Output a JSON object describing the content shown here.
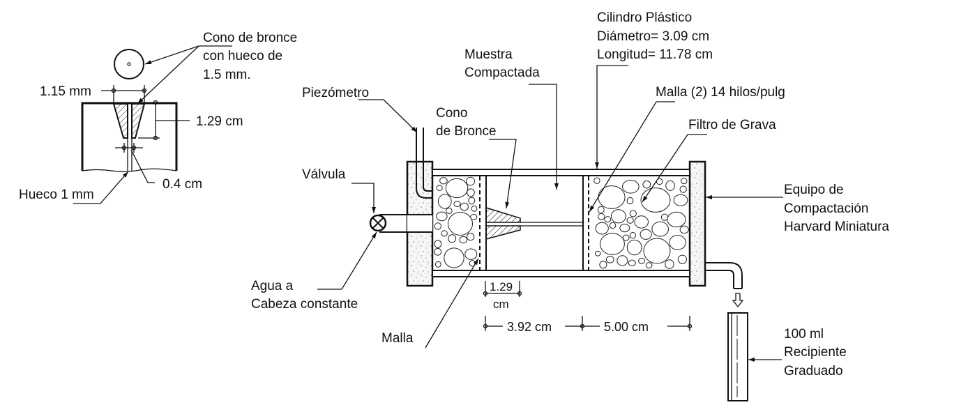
{
  "diagram": {
    "title": "Permeámetro con equipo de compactación Harvard Miniatura",
    "detail": {
      "cone_label": [
        "Cono de bronce",
        "con hueco de",
        "1.5 mm."
      ],
      "dim_top": "1.15 mm",
      "dim_height": "1.29 cm",
      "dim_gap": "0.4 cm",
      "hole_label": "Hueco 1 mm"
    },
    "labels": {
      "piezometro": "Piezómetro",
      "cono": [
        "Cono",
        "de Bronce"
      ],
      "muestra": [
        "Muestra",
        "Compactada"
      ],
      "cilindro": [
        "Cilindro Plástico",
        "Diámetro= 3.09 cm",
        "Longitud= 11.78 cm"
      ],
      "malla_top": "Malla (2) 14 hilos/pulg",
      "filtro": "Filtro de Grava",
      "valvula": "Válvula",
      "agua": [
        "Agua a",
        "Cabeza constante"
      ],
      "malla_bottom": "Malla",
      "equipo": [
        "Equipo de",
        "Compactación",
        "Harvard Miniatura"
      ],
      "recipiente": [
        "100 ml",
        "Recipiente",
        "Graduado"
      ]
    },
    "dimensions": {
      "cone_length": [
        "1.29",
        "cm"
      ],
      "sample_length": "3.92 cm",
      "filter_length": "5.00 cm"
    },
    "colors": {
      "line": "#111111",
      "background": "#ffffff",
      "end_cap_fill": "#f4f4f4"
    }
  }
}
